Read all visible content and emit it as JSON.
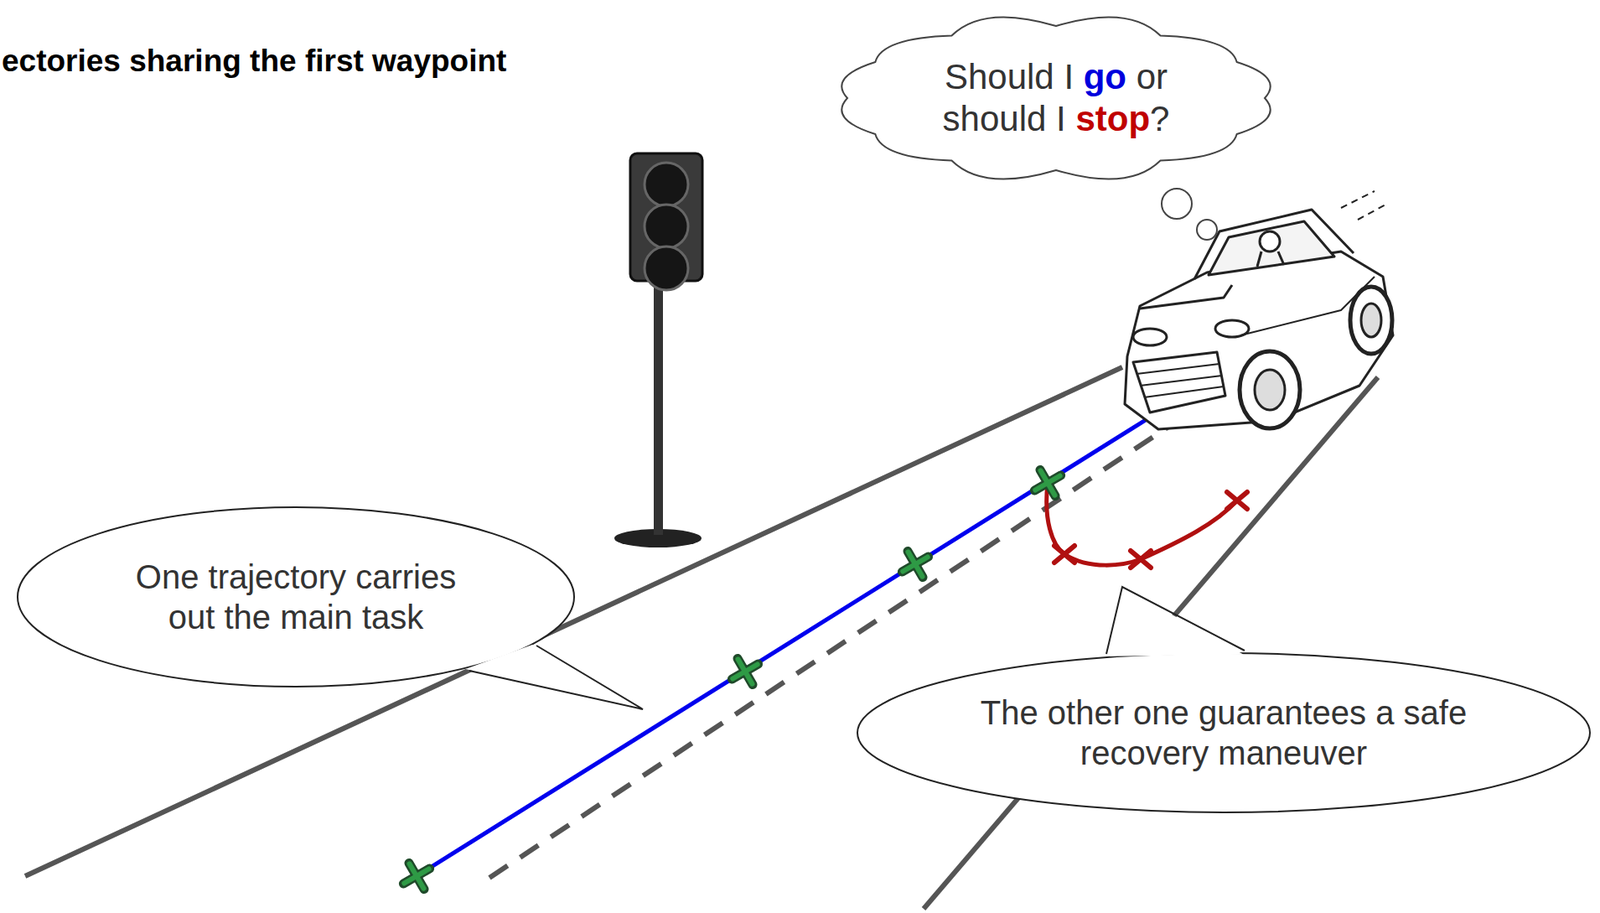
{
  "diagram": {
    "title": "ectories sharing the first waypoint",
    "nodes": [
      {
        "text": [
          "Should I go or should I stop?"
        ]
      },
      {
        "text": [
          "One trajectory carries out the main task"
        ]
      },
      {
        "text": [
          "The other one guarantees a safe recovery maneuver"
        ]
      }
    ],
    "edges": []
  }
}
